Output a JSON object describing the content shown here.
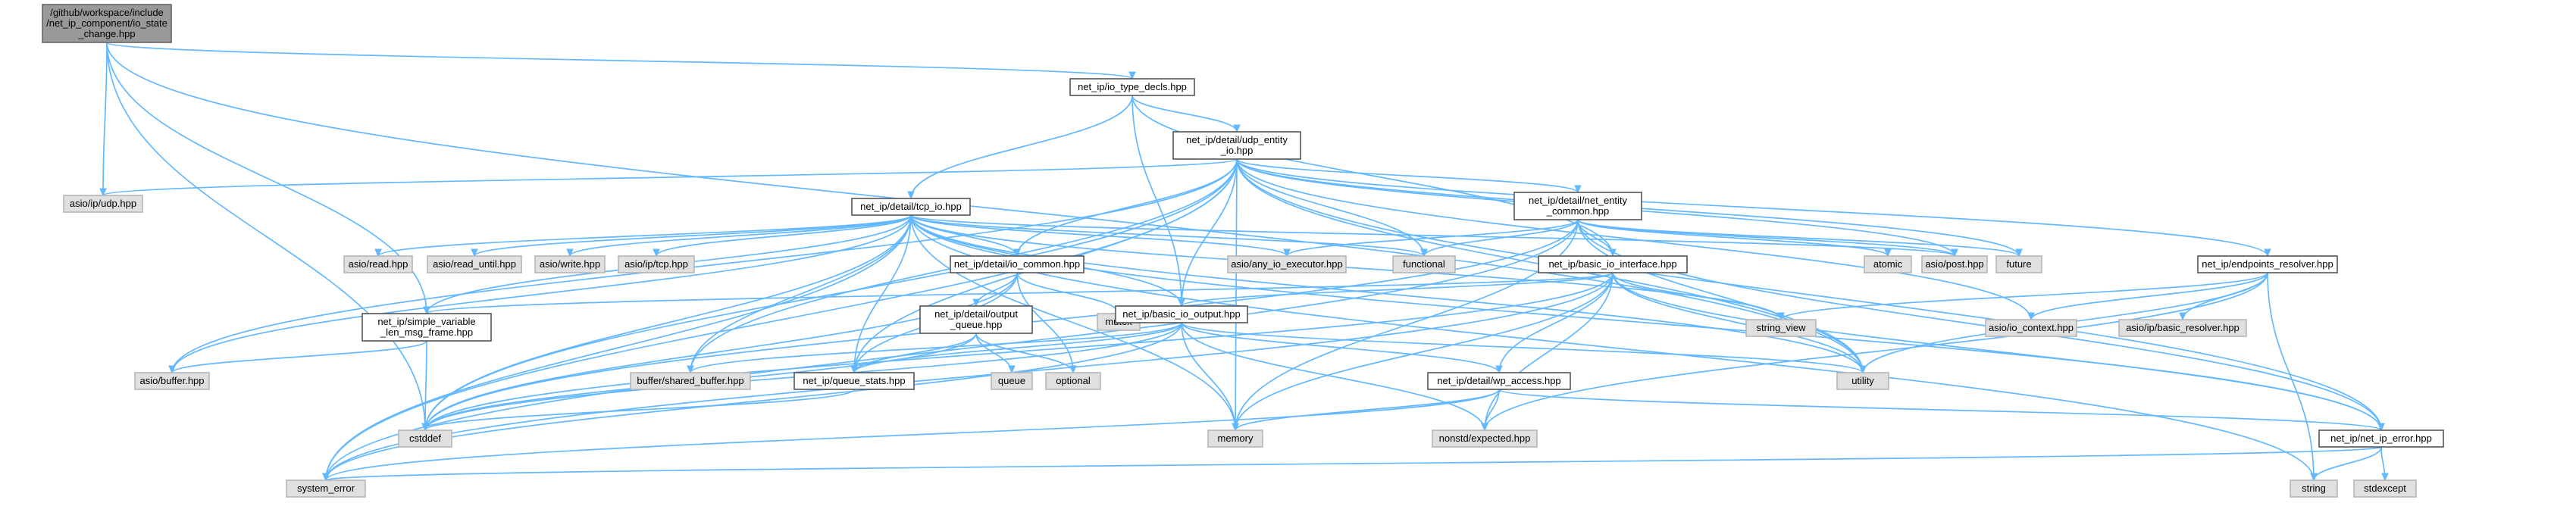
{
  "graph": {
    "edge_color": "#63b8ff",
    "colors": {
      "local_fill": "#ffffff",
      "system_fill": "#e0e0e0",
      "root_fill": "#999999"
    },
    "nodes": [
      {
        "id": "root",
        "kind": "root",
        "lines": [
          "/github/workspace/include",
          "/net_ip_component/io_state",
          "_change.hpp"
        ]
      },
      {
        "id": "udp_hpp",
        "kind": "system",
        "lines": [
          "asio/ip/udp.hpp"
        ]
      },
      {
        "id": "io_type_decls",
        "kind": "local",
        "lines": [
          "net_ip/io_type_decls.hpp"
        ]
      },
      {
        "id": "udp_entity_io",
        "kind": "local",
        "lines": [
          "net_ip/detail/udp_entity",
          "_io.hpp"
        ]
      },
      {
        "id": "tcp_io",
        "kind": "local",
        "lines": [
          "net_ip/detail/tcp_io.hpp"
        ]
      },
      {
        "id": "net_entity_common",
        "kind": "local",
        "lines": [
          "net_ip/detail/net_entity",
          "_common.hpp"
        ]
      },
      {
        "id": "endpoints_resolver",
        "kind": "local",
        "lines": [
          "net_ip/endpoints_resolver.hpp"
        ]
      },
      {
        "id": "read_hpp",
        "kind": "system",
        "lines": [
          "asio/read.hpp"
        ]
      },
      {
        "id": "read_until_hpp",
        "kind": "system",
        "lines": [
          "asio/read_until.hpp"
        ]
      },
      {
        "id": "write_hpp",
        "kind": "system",
        "lines": [
          "asio/write.hpp"
        ]
      },
      {
        "id": "tcp_hpp",
        "kind": "system",
        "lines": [
          "asio/ip/tcp.hpp"
        ]
      },
      {
        "id": "io_common",
        "kind": "local",
        "lines": [
          "net_ip/detail/io_common.hpp"
        ]
      },
      {
        "id": "any_io_executor",
        "kind": "system",
        "lines": [
          "asio/any_io_executor.hpp"
        ]
      },
      {
        "id": "functional",
        "kind": "system",
        "lines": [
          "functional"
        ]
      },
      {
        "id": "basic_io_interface",
        "kind": "local",
        "lines": [
          "net_ip/basic_io_interface.hpp"
        ]
      },
      {
        "id": "atomic",
        "kind": "system",
        "lines": [
          "atomic"
        ]
      },
      {
        "id": "post_hpp",
        "kind": "system",
        "lines": [
          "asio/post.hpp"
        ]
      },
      {
        "id": "future",
        "kind": "system",
        "lines": [
          "future"
        ]
      },
      {
        "id": "mutex",
        "kind": "system",
        "lines": [
          "mutex"
        ]
      },
      {
        "id": "output_queue",
        "kind": "local",
        "lines": [
          "net_ip/detail/output",
          "_queue.hpp"
        ]
      },
      {
        "id": "basic_io_output",
        "kind": "local",
        "lines": [
          "net_ip/basic_io_output.hpp"
        ]
      },
      {
        "id": "string_view",
        "kind": "system",
        "lines": [
          "string_view"
        ]
      },
      {
        "id": "io_context",
        "kind": "system",
        "lines": [
          "asio/io_context.hpp"
        ]
      },
      {
        "id": "basic_resolver",
        "kind": "system",
        "lines": [
          "asio/ip/basic_resolver.hpp"
        ]
      },
      {
        "id": "simple_variable",
        "kind": "local",
        "lines": [
          "net_ip/simple_variable",
          "_len_msg_frame.hpp"
        ]
      },
      {
        "id": "buffer_hpp",
        "kind": "system",
        "lines": [
          "asio/buffer.hpp"
        ]
      },
      {
        "id": "shared_buffer",
        "kind": "system",
        "lines": [
          "buffer/shared_buffer.hpp"
        ]
      },
      {
        "id": "queue_stats",
        "kind": "local",
        "lines": [
          "net_ip/queue_stats.hpp"
        ]
      },
      {
        "id": "queue",
        "kind": "system",
        "lines": [
          "queue"
        ]
      },
      {
        "id": "optional",
        "kind": "system",
        "lines": [
          "optional"
        ]
      },
      {
        "id": "wp_access",
        "kind": "local",
        "lines": [
          "net_ip/detail/wp_access.hpp"
        ]
      },
      {
        "id": "utility",
        "kind": "system",
        "lines": [
          "utility"
        ]
      },
      {
        "id": "cstddef",
        "kind": "system",
        "lines": [
          "cstddef"
        ]
      },
      {
        "id": "memory",
        "kind": "system",
        "lines": [
          "memory"
        ]
      },
      {
        "id": "nonstd_expected",
        "kind": "system",
        "lines": [
          "nonstd/expected.hpp"
        ]
      },
      {
        "id": "net_ip_error",
        "kind": "local",
        "lines": [
          "net_ip/net_ip_error.hpp"
        ]
      },
      {
        "id": "system_error",
        "kind": "system",
        "lines": [
          "system_error"
        ]
      },
      {
        "id": "string",
        "kind": "system",
        "lines": [
          "string"
        ]
      },
      {
        "id": "stdexcept",
        "kind": "system",
        "lines": [
          "stdexcept"
        ]
      }
    ],
    "edges": [
      [
        "root",
        "udp_hpp"
      ],
      [
        "root",
        "io_type_decls"
      ],
      [
        "root",
        "simple_variable"
      ],
      [
        "root",
        "cstddef"
      ],
      [
        "root",
        "utility"
      ],
      [
        "io_type_decls",
        "udp_entity_io"
      ],
      [
        "io_type_decls",
        "tcp_io"
      ],
      [
        "io_type_decls",
        "basic_io_interface"
      ],
      [
        "io_type_decls",
        "basic_io_output"
      ],
      [
        "udp_entity_io",
        "udp_hpp"
      ],
      [
        "udp_entity_io",
        "buffer_hpp"
      ],
      [
        "udp_entity_io",
        "net_entity_common"
      ],
      [
        "udp_entity_io",
        "endpoints_resolver"
      ],
      [
        "udp_entity_io",
        "io_common"
      ],
      [
        "udp_entity_io",
        "basic_io_output"
      ],
      [
        "udp_entity_io",
        "functional"
      ],
      [
        "udp_entity_io",
        "memory"
      ],
      [
        "udp_entity_io",
        "post_hpp"
      ],
      [
        "udp_entity_io",
        "future"
      ],
      [
        "udp_entity_io",
        "utility"
      ],
      [
        "udp_entity_io",
        "system_error"
      ],
      [
        "udp_entity_io",
        "cstddef"
      ],
      [
        "udp_entity_io",
        "queue_stats"
      ],
      [
        "udp_entity_io",
        "shared_buffer"
      ],
      [
        "udp_entity_io",
        "io_context"
      ],
      [
        "udp_entity_io",
        "net_ip_error"
      ],
      [
        "tcp_io",
        "read_hpp"
      ],
      [
        "tcp_io",
        "read_until_hpp"
      ],
      [
        "tcp_io",
        "write_hpp"
      ],
      [
        "tcp_io",
        "tcp_hpp"
      ],
      [
        "tcp_io",
        "any_io_executor"
      ],
      [
        "tcp_io",
        "functional"
      ],
      [
        "tcp_io",
        "io_common"
      ],
      [
        "tcp_io",
        "basic_io_output"
      ],
      [
        "tcp_io",
        "simple_variable"
      ],
      [
        "tcp_io",
        "buffer_hpp"
      ],
      [
        "tcp_io",
        "shared_buffer"
      ],
      [
        "tcp_io",
        "queue_stats"
      ],
      [
        "tcp_io",
        "cstddef"
      ],
      [
        "tcp_io",
        "system_error"
      ],
      [
        "tcp_io",
        "memory"
      ],
      [
        "tcp_io",
        "utility"
      ],
      [
        "tcp_io",
        "string_view"
      ],
      [
        "tcp_io",
        "post_hpp"
      ],
      [
        "tcp_io",
        "string"
      ],
      [
        "tcp_io",
        "net_ip_error"
      ],
      [
        "net_entity_common",
        "any_io_executor"
      ],
      [
        "net_entity_common",
        "functional"
      ],
      [
        "net_entity_common",
        "basic_io_interface"
      ],
      [
        "net_entity_common",
        "atomic"
      ],
      [
        "net_entity_common",
        "post_hpp"
      ],
      [
        "net_entity_common",
        "future"
      ],
      [
        "net_entity_common",
        "memory"
      ],
      [
        "net_entity_common",
        "system_error"
      ],
      [
        "net_entity_common",
        "utility"
      ],
      [
        "net_entity_common",
        "cstddef"
      ],
      [
        "net_entity_common",
        "net_ip_error"
      ],
      [
        "endpoints_resolver",
        "io_context"
      ],
      [
        "endpoints_resolver",
        "basic_resolver"
      ],
      [
        "endpoints_resolver",
        "string_view"
      ],
      [
        "endpoints_resolver",
        "utility"
      ],
      [
        "endpoints_resolver",
        "string"
      ],
      [
        "endpoints_resolver",
        "nonstd_expected"
      ],
      [
        "io_common",
        "mutex"
      ],
      [
        "io_common",
        "output_queue"
      ],
      [
        "io_common",
        "optional"
      ],
      [
        "io_common",
        "queue_stats"
      ],
      [
        "io_common",
        "cstddef"
      ],
      [
        "output_queue",
        "queue"
      ],
      [
        "output_queue",
        "optional"
      ],
      [
        "output_queue",
        "queue_stats"
      ],
      [
        "output_queue",
        "cstddef"
      ],
      [
        "basic_io_interface",
        "basic_io_output"
      ],
      [
        "basic_io_interface",
        "wp_access"
      ],
      [
        "basic_io_interface",
        "string_view"
      ],
      [
        "basic_io_interface",
        "utility"
      ],
      [
        "basic_io_interface",
        "memory"
      ],
      [
        "basic_io_interface",
        "nonstd_expected"
      ],
      [
        "basic_io_interface",
        "system_error"
      ],
      [
        "basic_io_interface",
        "cstddef"
      ],
      [
        "basic_io_interface",
        "net_ip_error"
      ],
      [
        "basic_io_interface",
        "simple_variable"
      ],
      [
        "basic_io_output",
        "wp_access"
      ],
      [
        "basic_io_output",
        "queue_stats"
      ],
      [
        "basic_io_output",
        "shared_buffer"
      ],
      [
        "basic_io_output",
        "memory"
      ],
      [
        "basic_io_output",
        "cstddef"
      ],
      [
        "basic_io_output",
        "utility"
      ],
      [
        "basic_io_output",
        "system_error"
      ],
      [
        "basic_io_output",
        "nonstd_expected"
      ],
      [
        "simple_variable",
        "buffer_hpp"
      ],
      [
        "simple_variable",
        "cstddef"
      ],
      [
        "queue_stats",
        "cstddef"
      ],
      [
        "wp_access",
        "memory"
      ],
      [
        "wp_access",
        "nonstd_expected"
      ],
      [
        "wp_access",
        "system_error"
      ],
      [
        "wp_access",
        "net_ip_error"
      ],
      [
        "net_ip_error",
        "system_error"
      ],
      [
        "net_ip_error",
        "string"
      ],
      [
        "net_ip_error",
        "stdexcept"
      ]
    ]
  }
}
